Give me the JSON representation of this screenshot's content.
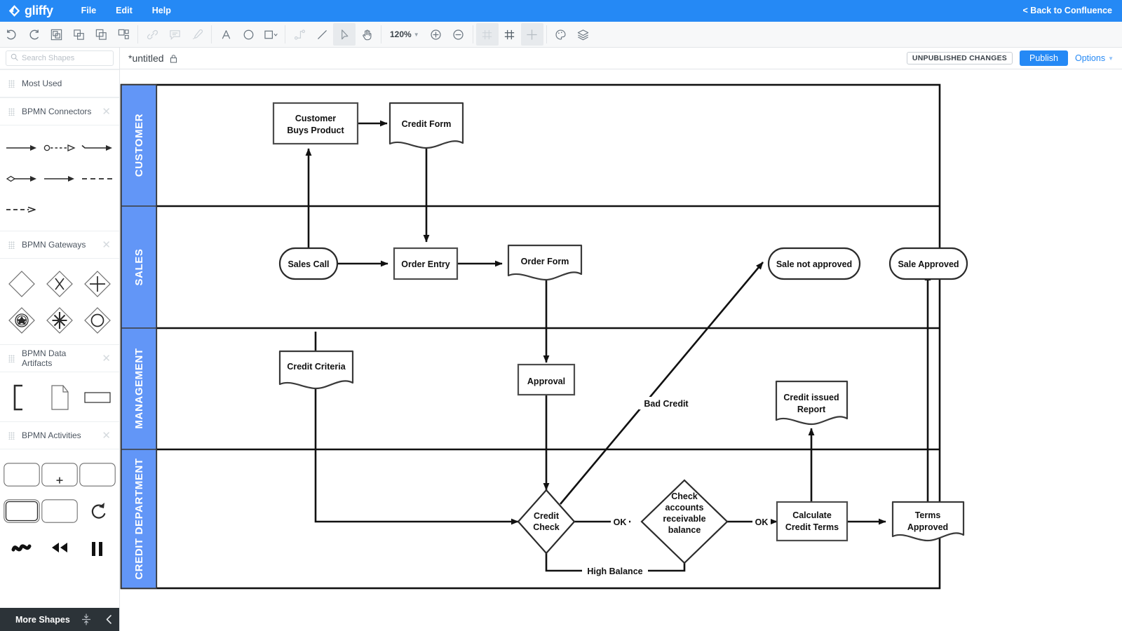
{
  "app": {
    "brand": "gliffy",
    "menu": [
      "File",
      "Edit",
      "Help"
    ],
    "back_link": "< Back to Confluence",
    "brand_bar_color": "#2589f5"
  },
  "toolbar": {
    "buttons": [
      {
        "name": "undo-icon",
        "title": "Undo",
        "state": "enabled"
      },
      {
        "name": "redo-icon",
        "title": "Redo",
        "state": "enabled"
      },
      {
        "name": "group-icon",
        "title": "Group",
        "state": "enabled"
      },
      {
        "name": "copy-icon",
        "title": "Copy",
        "state": "enabled"
      },
      {
        "name": "duplicate-icon",
        "title": "Duplicate",
        "state": "enabled"
      },
      {
        "name": "arrange-icon",
        "title": "Arrange",
        "state": "enabled"
      },
      {
        "name": "link-icon",
        "title": "Link",
        "state": "disabled"
      },
      {
        "name": "comment-icon",
        "title": "Comment",
        "state": "disabled"
      },
      {
        "name": "eyedropper-icon",
        "title": "Format painter",
        "state": "disabled"
      },
      {
        "name": "text-icon",
        "title": "Text",
        "state": "enabled"
      },
      {
        "name": "ellipse-icon",
        "title": "Ellipse",
        "state": "enabled"
      },
      {
        "name": "rectangle-icon",
        "title": "Rectangle",
        "state": "enabled"
      },
      {
        "name": "elbow-connector-icon",
        "title": "Elbow connector",
        "state": "disabled"
      },
      {
        "name": "line-connector-icon",
        "title": "Straight connector",
        "state": "enabled"
      },
      {
        "name": "pointer-icon",
        "title": "Select",
        "state": "active"
      },
      {
        "name": "hand-icon",
        "title": "Pan",
        "state": "enabled"
      },
      {
        "name": "zoom-in-icon",
        "title": "Zoom in",
        "state": "enabled"
      },
      {
        "name": "zoom-out-icon",
        "title": "Zoom out",
        "state": "enabled"
      },
      {
        "name": "snap-grid-icon",
        "title": "Snap to grid",
        "state": "active"
      },
      {
        "name": "grid-icon",
        "title": "Show grid",
        "state": "enabled"
      },
      {
        "name": "guides-icon",
        "title": "Guides",
        "state": "active"
      },
      {
        "name": "theme-icon",
        "title": "Theme",
        "state": "enabled"
      },
      {
        "name": "layers-icon",
        "title": "Layers",
        "state": "enabled"
      }
    ],
    "zoom_level": "120%"
  },
  "sidebar": {
    "search_placeholder": "Search Shapes",
    "sections": [
      {
        "title": "Most Used",
        "closable": false,
        "shapes": []
      },
      {
        "title": "BPMN Connectors",
        "closable": true,
        "shapes": [
          "arrow-solid",
          "message-dashed-arrow",
          "arrow-tail-solid",
          "diamond-arrow",
          "arrow-solid-2",
          "dashed-line",
          "dashed-arrow"
        ]
      },
      {
        "title": "BPMN Gateways",
        "closable": true,
        "shapes": [
          "gateway-plain",
          "gateway-exclusive",
          "gateway-parallel",
          "gateway-event-based",
          "gateway-complex",
          "gateway-inclusive"
        ]
      },
      {
        "title": "BPMN Data Artifacts",
        "closable": true,
        "shapes": [
          "data-bracket",
          "data-object",
          "data-store-rect"
        ]
      },
      {
        "title": "BPMN Activities",
        "closable": true,
        "shapes": [
          "task-plain",
          "task-subprocess",
          "task-rounded",
          "task-call-activity",
          "task-rounded-2",
          "loop-marker",
          "ad-hoc-marker",
          "compensation-marker",
          "parallel-marker"
        ]
      }
    ],
    "more_shapes_label": "More Shapes"
  },
  "document": {
    "title": "*untitled",
    "locked": true,
    "unpublished_badge": "UNPUBLISHED CHANGES",
    "publish_label": "Publish",
    "options_label": "Options"
  },
  "diagram": {
    "lanes": [
      {
        "label": "CUSTOMER"
      },
      {
        "label": "SALES"
      },
      {
        "label": "MANAGEMENT"
      },
      {
        "label": "CREDIT DEPARTMENT"
      }
    ],
    "lane_header_color": "#6296f7",
    "nodes": [
      {
        "id": "customer-buys-product",
        "label": "Customer\nBuys Product",
        "shape": "rectangle",
        "lane": "CUSTOMER"
      },
      {
        "id": "credit-form",
        "label": "Credit Form",
        "shape": "document",
        "lane": "CUSTOMER"
      },
      {
        "id": "sales-call",
        "label": "Sales Call",
        "shape": "stadium",
        "lane": "SALES"
      },
      {
        "id": "order-entry",
        "label": "Order Entry",
        "shape": "rectangle",
        "lane": "SALES"
      },
      {
        "id": "order-form",
        "label": "Order Form",
        "shape": "document",
        "lane": "SALES"
      },
      {
        "id": "sale-not-approved",
        "label": "Sale not approved",
        "shape": "stadium",
        "lane": "SALES"
      },
      {
        "id": "sale-approved",
        "label": "Sale Approved",
        "shape": "stadium",
        "lane": "SALES"
      },
      {
        "id": "credit-criteria",
        "label": "Credit Criteria",
        "shape": "document",
        "lane": "MANAGEMENT"
      },
      {
        "id": "approval",
        "label": "Approval",
        "shape": "rectangle",
        "lane": "MANAGEMENT"
      },
      {
        "id": "credit-issued-report",
        "label": "Credit issued\nReport",
        "shape": "document",
        "lane": "MANAGEMENT"
      },
      {
        "id": "credit-check",
        "label": "Credit\nCheck",
        "shape": "diamond",
        "lane": "CREDIT DEPARTMENT"
      },
      {
        "id": "check-accounts-receivable-balance",
        "label": "Check\naccounts\nreceivable\nbalance",
        "shape": "diamond",
        "lane": "CREDIT DEPARTMENT"
      },
      {
        "id": "calculate-credit-terms",
        "label": "Calculate\nCredit Terms",
        "shape": "rectangle",
        "lane": "CREDIT DEPARTMENT"
      },
      {
        "id": "terms-approved",
        "label": "Terms\nApproved",
        "shape": "document",
        "lane": "CREDIT DEPARTMENT"
      }
    ],
    "edge_labels": [
      {
        "id": "bad-credit",
        "label": "Bad Credit"
      },
      {
        "id": "ok-1",
        "label": "OK"
      },
      {
        "id": "ok-2",
        "label": "OK"
      },
      {
        "id": "high-balance",
        "label": "High Balance"
      }
    ],
    "node_text": {
      "customer_buys_product_l1": "Customer",
      "customer_buys_product_l2": "Buys Product",
      "credit_form": "Credit Form",
      "sales_call": "Sales Call",
      "order_entry": "Order Entry",
      "order_form": "Order Form",
      "sale_not_approved": "Sale not approved",
      "sale_approved": "Sale Approved",
      "credit_criteria": "Credit Criteria",
      "approval": "Approval",
      "credit_issued_report_l1": "Credit issued",
      "credit_issued_report_l2": "Report",
      "credit_check_l1": "Credit",
      "credit_check_l2": "Check",
      "check_ar_l1": "Check",
      "check_ar_l2": "accounts",
      "check_ar_l3": "receivable",
      "check_ar_l4": "balance",
      "calculate_credit_terms_l1": "Calculate",
      "calculate_credit_terms_l2": "Credit Terms",
      "terms_approved_l1": "Terms",
      "terms_approved_l2": "Approved",
      "lane_customer": "CUSTOMER",
      "lane_sales": "SALES",
      "lane_management": "MANAGEMENT",
      "lane_credit_department": "CREDIT DEPARTMENT",
      "label_bad_credit": "Bad Credit",
      "label_ok_1": "OK",
      "label_ok_2": "OK",
      "label_high_balance": "High Balance"
    }
  }
}
